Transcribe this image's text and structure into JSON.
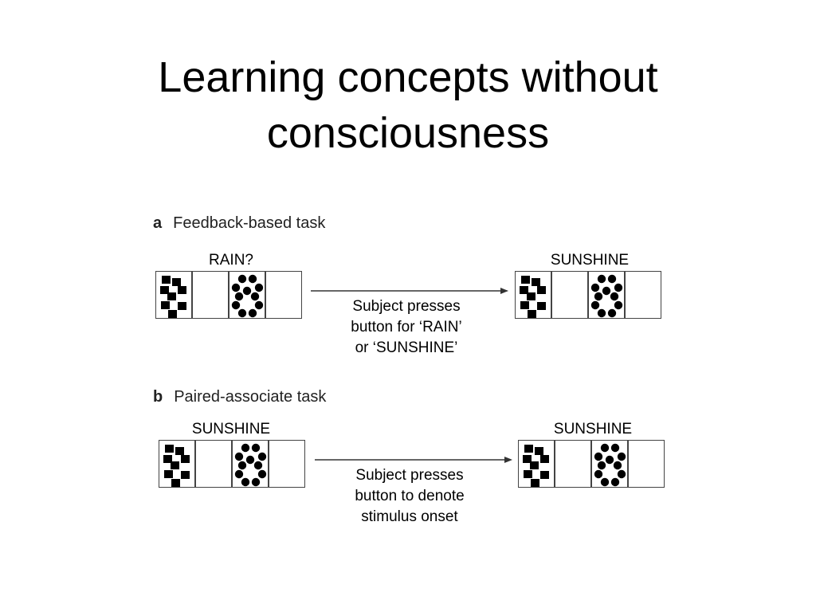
{
  "title": {
    "line1": "Learning concepts without",
    "line2": "consciousness"
  },
  "panel_a": {
    "letter": "a",
    "label": "Feedback-based task",
    "left_label": "RAIN?",
    "right_label": "SUNSHINE",
    "desc": [
      "Subject presses",
      "button for ‘RAIN’",
      "or ‘SUNSHINE’"
    ]
  },
  "panel_b": {
    "letter": "b",
    "label": "Paired-associate task",
    "left_label": "SUNSHINE",
    "right_label": "SUNSHINE",
    "desc": [
      "Subject presses",
      "button to denote",
      "stimulus onset"
    ]
  },
  "cards": [
    "squares-card",
    "blank-card",
    "circles-card",
    "blank-card"
  ]
}
